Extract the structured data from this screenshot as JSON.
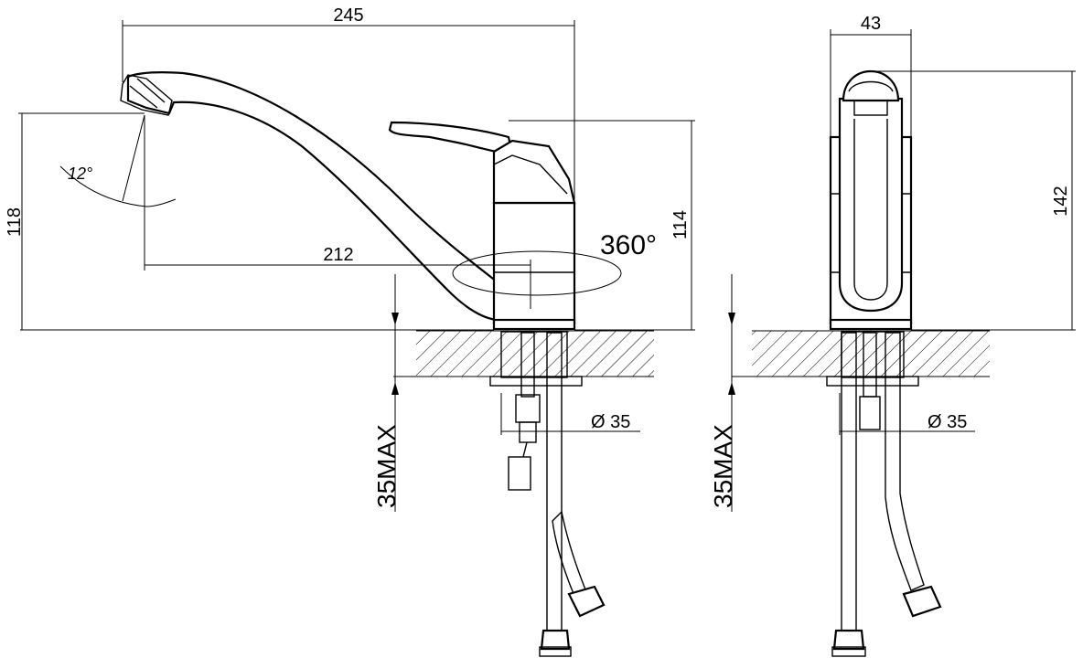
{
  "side_view": {
    "width_total": "245",
    "spout_reach": "212",
    "height_spout": "118",
    "height_body": "114",
    "spout_angle": "12°",
    "rotation": "360°",
    "hole_diameter": "Ø 35",
    "countertop_max": "35MAX"
  },
  "front_view": {
    "width": "43",
    "height_total": "142",
    "hole_diameter": "Ø 35",
    "countertop_max": "35MAX"
  }
}
